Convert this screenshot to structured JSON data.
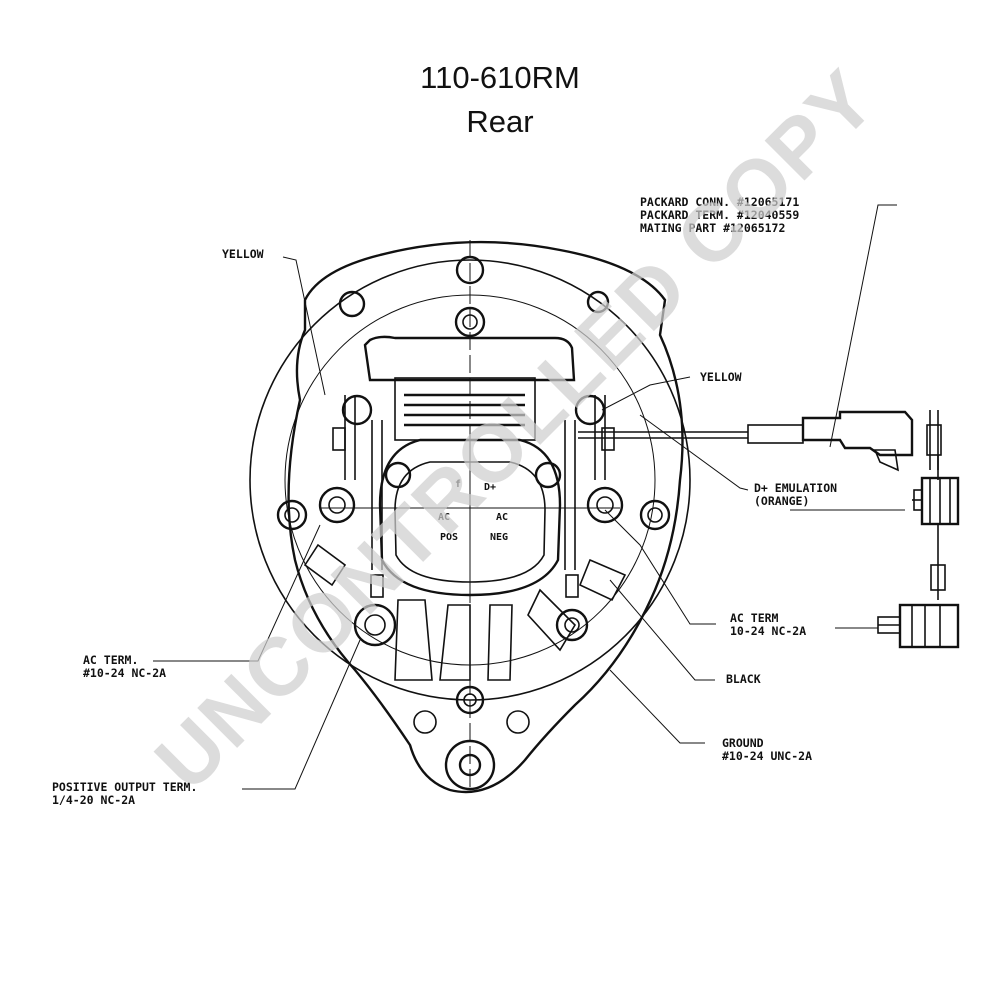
{
  "title": "110-610RM",
  "subtitle": "Rear",
  "watermark": "UNCONTROLLED COPY",
  "labels": {
    "yellow_left": "YELLOW",
    "yellow_right": "YELLOW",
    "packard_conn": "PACKARD CONN. #12065171",
    "packard_term": "PACKARD TERM. #12040559",
    "mating_part": "MATING PART #12065172",
    "d_plus_emulation": "D+ EMULATION",
    "d_plus_color": "(ORANGE)",
    "ac_term_right": "AC TERM",
    "ac_term_right_spec": "10-24 NC-2A",
    "black": "BLACK",
    "ground": "GROUND",
    "ground_spec": "#10-24 UNC-2A",
    "ac_term_left": "AC TERM.",
    "ac_term_left_spec": "#10-24 NC-2A",
    "positive_output": "POSITIVE OUTPUT TERM.",
    "positive_output_spec": "1/4-20 NC-2A",
    "inner_d_plus": "D+",
    "inner_ac_left": "AC",
    "inner_ac_right": "AC",
    "inner_pos": "POS",
    "inner_neg": "NEG"
  }
}
